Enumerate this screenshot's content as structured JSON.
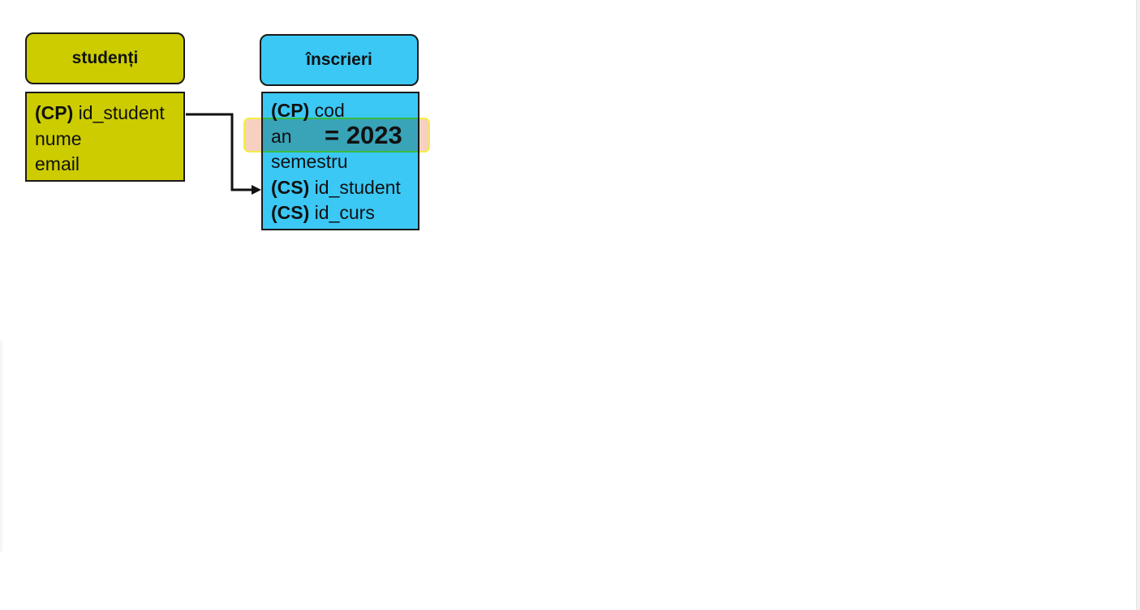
{
  "tables": [
    {
      "title": "studenți",
      "color": "#cccc00",
      "fields": [
        {
          "key": "(CP)",
          "name": "id_student"
        },
        {
          "key": "",
          "name": "nume"
        },
        {
          "key": "",
          "name": "email"
        }
      ]
    },
    {
      "title": "înscrieri",
      "color": "#3bc8f5",
      "fields": [
        {
          "key": "(CP)",
          "name": "cod"
        },
        {
          "key": "",
          "name": "an"
        },
        {
          "key": "",
          "name": "semestru"
        },
        {
          "key": "(CS)",
          "name": "id_student"
        },
        {
          "key": "(CS)",
          "name": "id_curs"
        }
      ]
    }
  ],
  "relationship": {
    "from": "studenți.id_student",
    "to": "înscrieri.id_student"
  },
  "filter": {
    "field": "an",
    "condition_text": "= 2023",
    "highlight_color": "#f0aa8c",
    "outline_color": "#f2ee45"
  }
}
